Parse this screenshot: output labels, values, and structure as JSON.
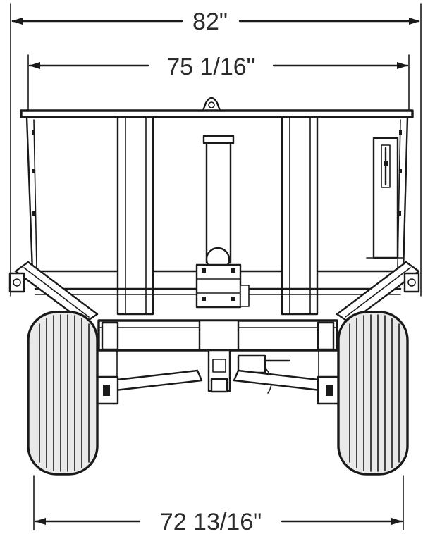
{
  "dimensions": {
    "overall_width": "82\"",
    "bed_width": "75 1/16\"",
    "wheel_track_width": "72 13/16\""
  },
  "colors": {
    "line": "#1a1a1a",
    "text": "#2b2b2b",
    "background": "#ffffff",
    "tire": "#e9e9e9"
  }
}
